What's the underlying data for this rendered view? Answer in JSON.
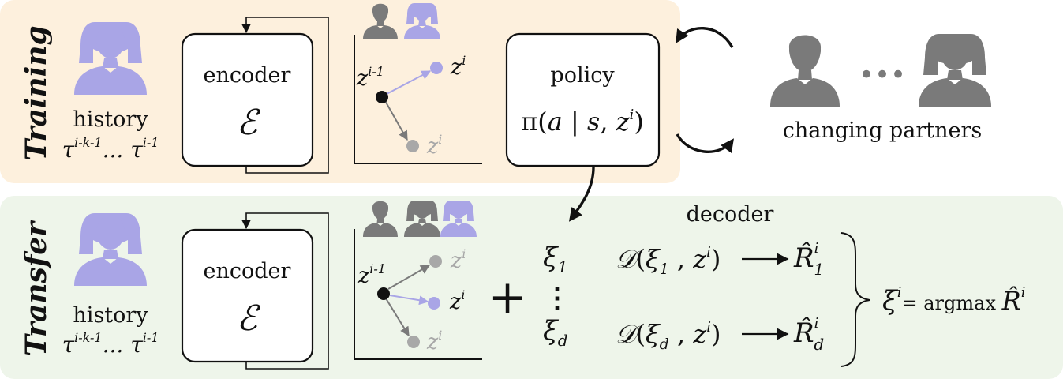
{
  "colors": {
    "training_bg": "#fdf0dd",
    "transfer_bg": "#eef5ea",
    "accent_purple": "#a9a5e6",
    "partner_gray": "#7a7a7a",
    "dark_gray": "#666666",
    "faded_gray": "#a8a8a8",
    "ink": "#111111"
  },
  "training": {
    "section_label": "Training",
    "history_label": "history",
    "history_formula": "τi-k-1... τi-1",
    "encoder_label": "encoder",
    "encoder_symbol": "ℰ",
    "latent_prev": "zi-1",
    "latent_candidate_1": "zi",
    "latent_candidate_2": "zi",
    "policy_label": "policy",
    "policy_formula": "π(a | s, zi)",
    "partners_label": "changing partners",
    "partners_ellipsis": "•••"
  },
  "transfer": {
    "section_label": "Transfer",
    "history_label": "history",
    "history_formula": "τi-k-1... τi-1",
    "encoder_label": "encoder",
    "encoder_symbol": "ℰ",
    "latent_prev": "zi-1",
    "latent_candidates": [
      "zi",
      "zi",
      "zi"
    ],
    "plus": "+",
    "xi_1": "ξ1",
    "xi_dots": "⋮",
    "xi_d": "ξd",
    "decoder_label": "decoder",
    "decoder_1": "𝒟(ξ1 , zi)",
    "decoder_d": "𝒟(ξd , zi)",
    "reward_1": "R̂i1",
    "reward_d": "R̂id",
    "result": "ξi= argmax R̂i"
  }
}
